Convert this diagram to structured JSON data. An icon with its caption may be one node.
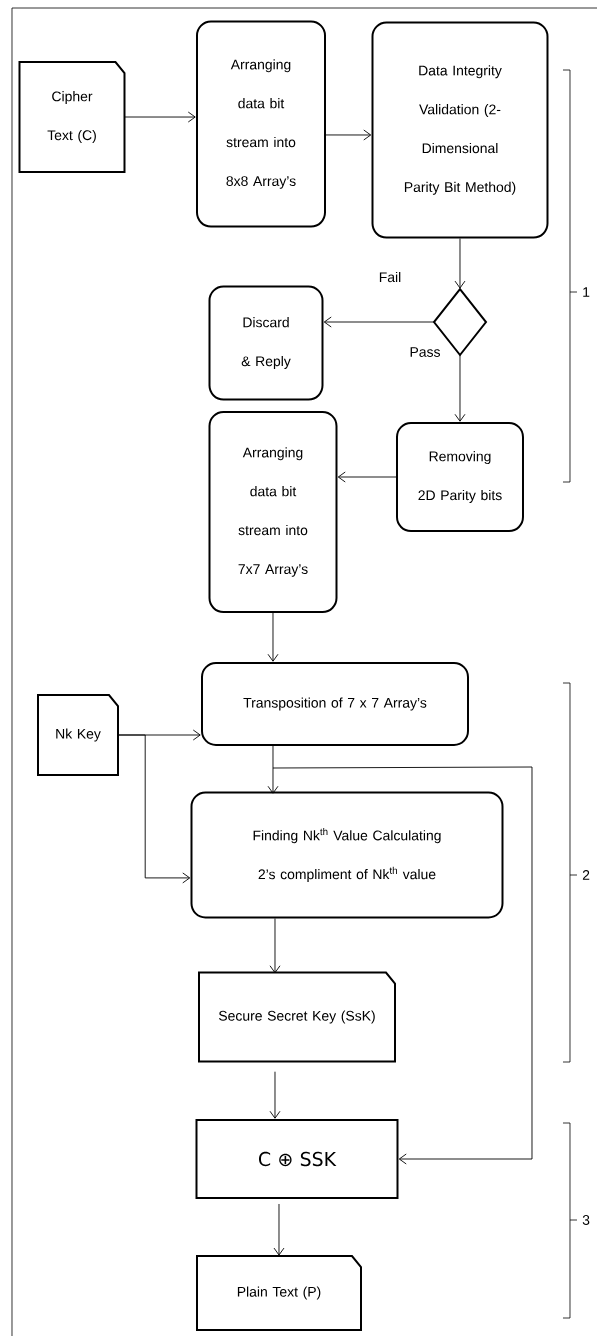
{
  "diagram": {
    "nodes": [
      {
        "text": [
          "Cipher Text (C)"
        ]
      },
      {
        "text": [
          "Arranging data bit stream into 8x8 Array’s"
        ]
      },
      {
        "text": [
          "Data Integrity Validation (2-Dimensional Parity Bit Method)"
        ]
      },
      {
        "text": [],
        "shape": "diamond"
      },
      {
        "text": [
          "Discard & Reply"
        ]
      },
      {
        "text": [
          "Removing 2D Parity bits"
        ]
      },
      {
        "text": [
          "Arranging data bit stream into 7x7 Array’s"
        ]
      },
      {
        "text": [
          "Nk Key"
        ]
      },
      {
        "text": [
          "Transposition of 7 x 7 Array’s"
        ]
      },
      {
        "text": [
          "Finding Nk$^{th}$ Value Calculating 2’s compliment of Nk$^{th}$ value"
        ]
      },
      {
        "text": [
          "Secure Secret Key (SsK)"
        ]
      },
      {
        "text": [
          "C ⊕ SSK"
        ]
      },
      {
        "text": [
          "Plain Text (P)"
        ]
      }
    ],
    "edges": [
      {
        "from": 0,
        "to": 1,
        "arrow": "to"
      },
      {
        "from": 1,
        "to": 2,
        "arrow": "to"
      },
      {
        "from": 2,
        "to": 3,
        "arrow": "to"
      },
      {
        "from": 3,
        "to": 4,
        "arrow": "to",
        "label": "Fail"
      },
      {
        "from": 3,
        "to": 5,
        "arrow": "to",
        "label": "Pass"
      },
      {
        "from": 5,
        "to": 6,
        "arrow": "to"
      },
      {
        "from": 6,
        "to": 8,
        "arrow": "to"
      },
      {
        "from": 7,
        "to": 8,
        "arrow": "to"
      },
      {
        "from": 7,
        "to": 9,
        "arrow": "to"
      },
      {
        "from": 8,
        "to": 9,
        "arrow": "to"
      },
      {
        "from": 8,
        "to": 11,
        "arrow": "to"
      },
      {
        "from": 9,
        "to": 10,
        "arrow": "to"
      },
      {
        "from": 10,
        "to": 11,
        "arrow": "to"
      },
      {
        "from": 11,
        "to": 12,
        "arrow": "to"
      }
    ],
    "labels": [
      "1",
      "2",
      "3"
    ]
  }
}
